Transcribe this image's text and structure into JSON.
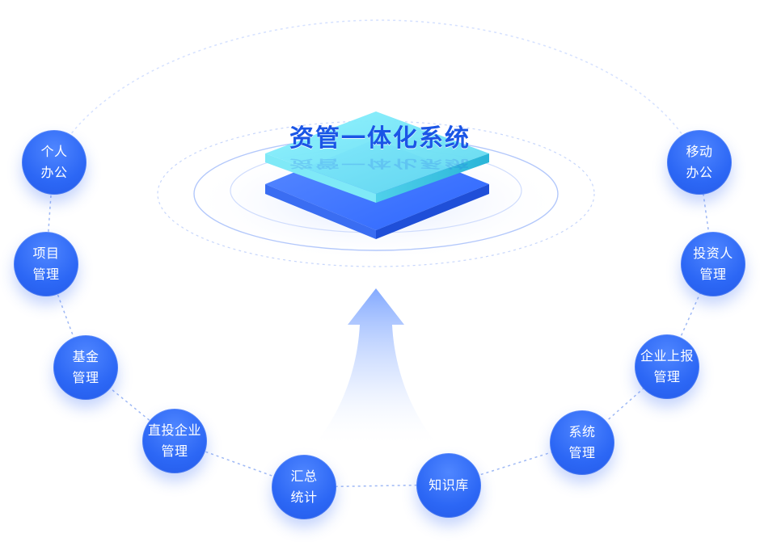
{
  "center": {
    "title": "资管一体化系统"
  },
  "colors": {
    "node": "#2c67f5",
    "title": "#1b55e6",
    "accent_cyan": "#6fe6f2",
    "accent_blue": "#2d66ff"
  },
  "nodes": [
    {
      "id": "personal-office",
      "label": "个人\n办公"
    },
    {
      "id": "project-mgmt",
      "label": "项目\n管理"
    },
    {
      "id": "fund-mgmt",
      "label": "基金\n管理"
    },
    {
      "id": "direct-invest-mgmt",
      "label": "直投企业\n管理"
    },
    {
      "id": "summary-stats",
      "label": "汇总\n统计"
    },
    {
      "id": "knowledge-base",
      "label": "知识库"
    },
    {
      "id": "system-mgmt",
      "label": "系统\n管理"
    },
    {
      "id": "enterprise-report-mgmt",
      "label": "企业上报\n管理"
    },
    {
      "id": "investor-mgmt",
      "label": "投资人\n管理"
    },
    {
      "id": "mobile-office",
      "label": "移动\n办公"
    }
  ]
}
